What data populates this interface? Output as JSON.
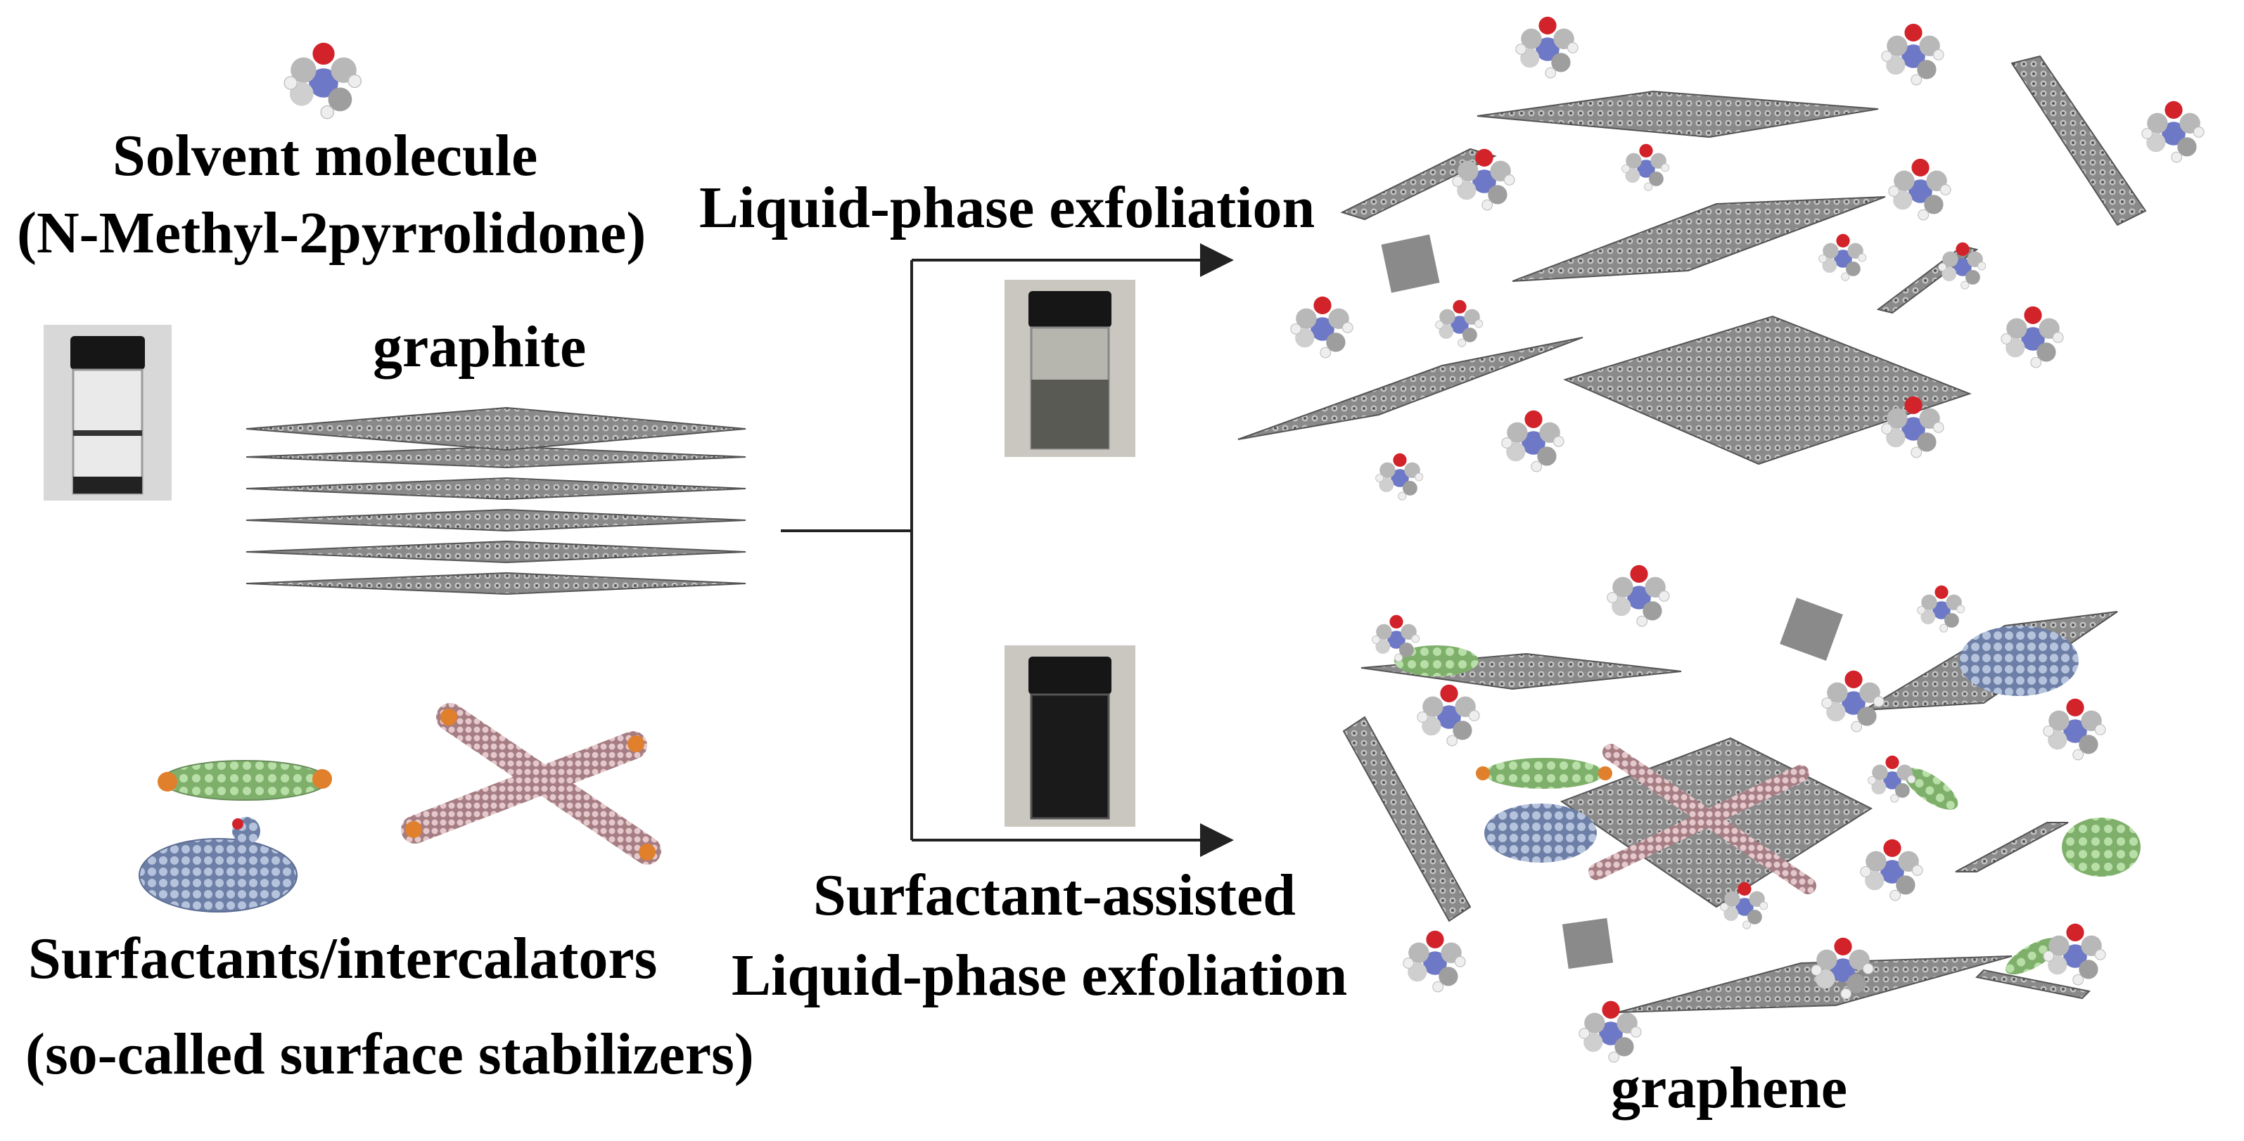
{
  "labels": {
    "solvent_title": "Solvent molecule",
    "solvent_name": "(N-Methyl-2pyrrolidone)",
    "graphite": "graphite",
    "lpe": "Liquid-phase exfoliation",
    "surfactant_assisted_line1": "Surfactant-assisted",
    "surfactant_assisted_line2": "Liquid-phase exfoliation",
    "surfactants_line1": "Surfactants/intercalators",
    "surfactants_line2": "(so-called surface stabilizers)",
    "graphene": "graphene"
  },
  "icons": [
    "nmp-molecule-icon",
    "vial-icon",
    "graphene-sheet-icon",
    "surfactant-molecule-icon",
    "arrow-icon"
  ],
  "colors": {
    "sheet": "#6b6b6b",
    "sheet_light": "#bdbdbd",
    "oxygen": "#d2232a",
    "nitrogen": "#5b6cc9",
    "vial_cap": "#161616",
    "vial_dark_liquid": "#141414",
    "surfactant_green": "#9fcf8a",
    "surfactant_orange": "#e0802c",
    "surfactant_pink": "#d7b4b8",
    "surfactant_blue": "#8ea2c8"
  }
}
